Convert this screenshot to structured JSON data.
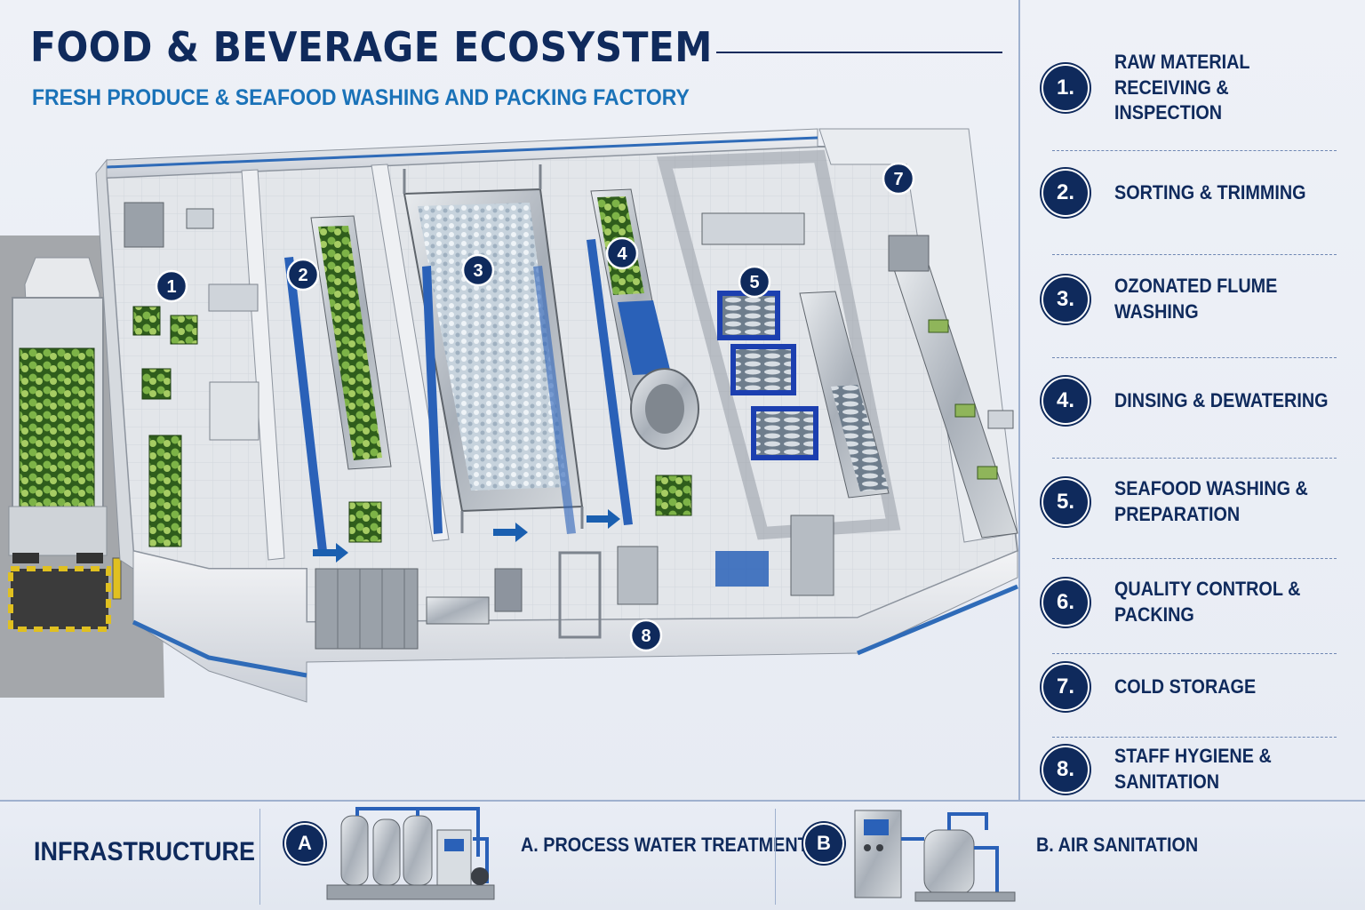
{
  "header": {
    "title": "FOOD & BEVERAGE ECOSYSTEM",
    "subtitle": "FRESH PRODUCE & SEAFOOD WASHING AND PACKING FACTORY"
  },
  "map_markers": [
    "1",
    "2",
    "3",
    "4",
    "5",
    "7",
    "8"
  ],
  "legend": {
    "items": [
      {
        "num": "1.",
        "label": "RAW MATERIAL RECEIVING & INSPECTION"
      },
      {
        "num": "2.",
        "label": "SORTING & TRIMMING"
      },
      {
        "num": "3.",
        "label": "OZONATED FLUME WASHING"
      },
      {
        "num": "4.",
        "label": "DINSING & DEWATERING"
      },
      {
        "num": "5.",
        "label": "SEAFOOD WASHING & PREPARATION"
      },
      {
        "num": "6.",
        "label": "QUALITY CONTROL & PACKING"
      },
      {
        "num": "7.",
        "label": "COLD STORAGE"
      },
      {
        "num": "8.",
        "label": "STAFF HYGIENE & SANITATION"
      }
    ]
  },
  "infrastructure": {
    "label": "INFRASTRUCTURE",
    "a_badge": "A",
    "a_label": "A. PROCESS WATER TREATMENT",
    "b_badge": "B",
    "b_label": "B. AIR SANITATION"
  },
  "colors": {
    "navy": "#0f2a5c",
    "accent_blue": "#1a72b8",
    "crate_blue": "#1c3fb0",
    "produce_green": "#4e8a2c"
  }
}
